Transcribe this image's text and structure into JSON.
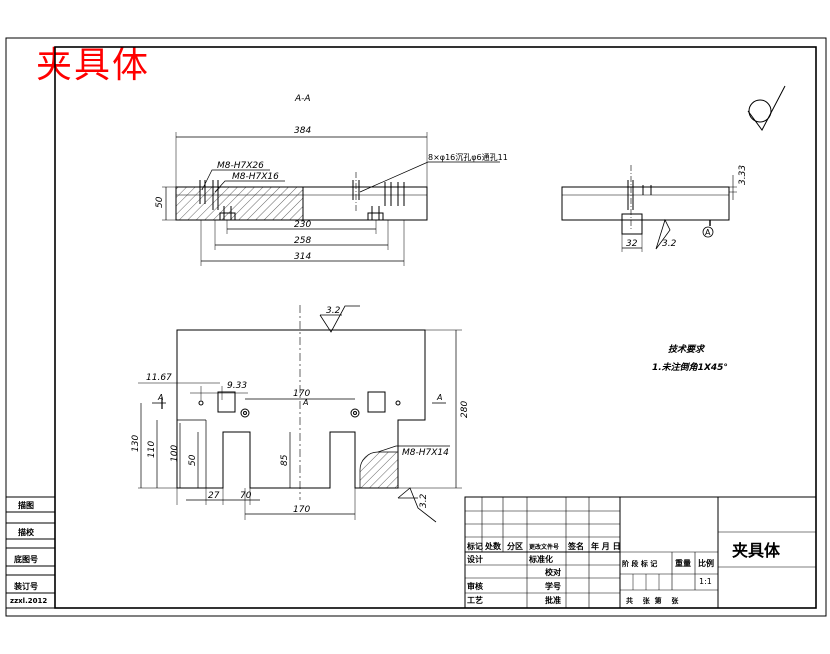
{
  "header": {
    "red_title": "夹具体"
  },
  "section": {
    "label": "A-A"
  },
  "top_view": {
    "dim_384": "384",
    "dim_50": "50",
    "thread_1": "M8-H7X26",
    "thread_2": "M8-H7X16",
    "holes_note": "8×φ16沉孔φ6通孔11",
    "dim_230": "230",
    "dim_258": "258",
    "dim_314": "314"
  },
  "side_view": {
    "dim_333": "3.33",
    "dim_32": "32",
    "rough_32": "3.2",
    "datum": "A"
  },
  "front_view": {
    "rough_top": "3.2",
    "dim_1167": "11.67",
    "dim_933": "9.33",
    "dim_170_top": "170",
    "section_a_left": "A",
    "section_a_mid": "A",
    "section_a_right": "A",
    "dim_280": "280",
    "dim_130": "130",
    "dim_110": "110",
    "dim_100": "100",
    "dim_50": "50",
    "dim_85": "85",
    "thread": "M8-H7X14",
    "dim_27": "27",
    "dim_70": "70",
    "dim_170_bottom": "170",
    "rough_right": "3.2"
  },
  "tech": {
    "title": "技术要求",
    "item1": "1.未注倒角1X45°"
  },
  "left_strip": {
    "r1": "描图",
    "r2": "描校",
    "r3": "底图号",
    "r4": "装订号",
    "r5": "zzxl.2012"
  },
  "title_block": {
    "part_name": "夹具体",
    "c_biaoji": "标记",
    "c_chushu": "处数",
    "c_fenqu": "分区",
    "c_wenjian": "更改文件号",
    "c_qianming": "签名",
    "c_nianyueri": "年 月 日",
    "r_sheji": "设计",
    "r_biaozhunhua": "标准化",
    "r_shenhe": "审核",
    "r_gongyi": "工艺",
    "r_xiaodui": "校对",
    "r_xuehao": "学号",
    "r_pizhun": "批准",
    "c_jieduan": "阶 段 标 记",
    "c_zhongliang": "重量",
    "c_bili": "比例",
    "scale_value": "1:1",
    "sheets": "共    张  第    张"
  }
}
